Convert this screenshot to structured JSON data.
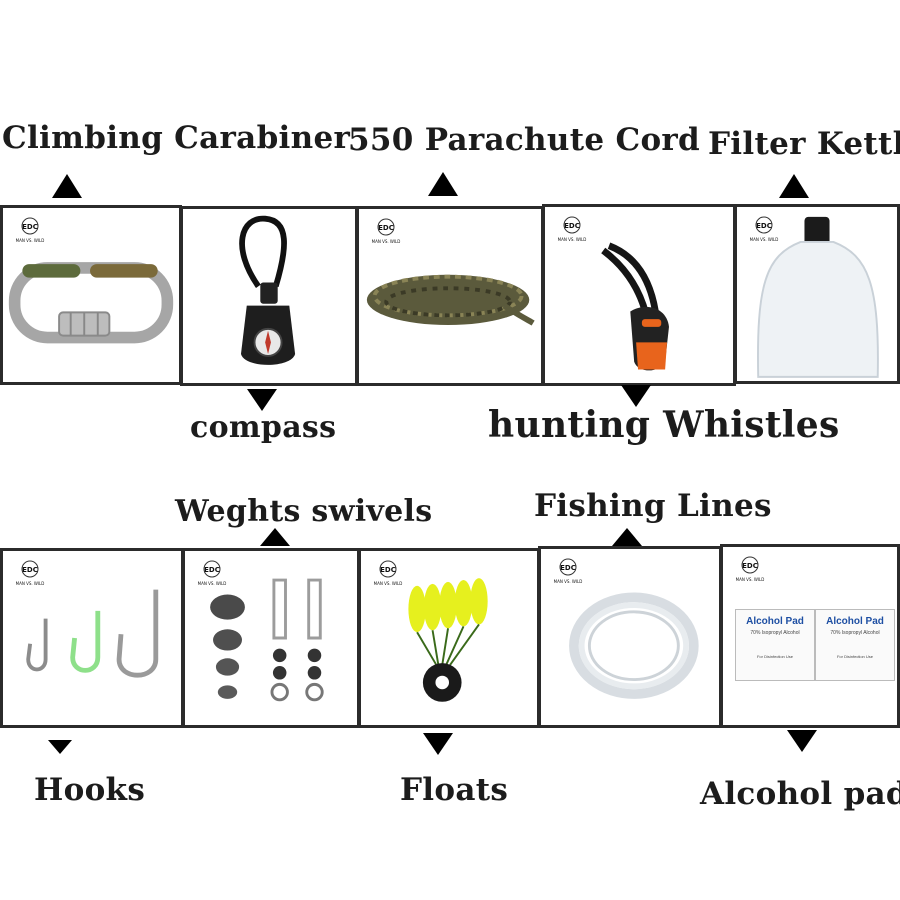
{
  "labels": {
    "carabiner": "Climbing Carabiner",
    "paracord": "550 Parachute Cord",
    "filter_kettle": "Filter Kettle",
    "compass": "compass",
    "whistles": "hunting Whistles",
    "swivels": "Weghts swivels",
    "fishing_lines": "Fishing Lines",
    "hooks": "Hooks",
    "floats": "Floats",
    "alcohol_pad": "Alcohol pad"
  },
  "logo": {
    "text": "EDC",
    "subtext": "MAN VS. WILD"
  },
  "alcohol_packets": {
    "title": "Alcohol Pad",
    "line": "70% Isopropyl Alcohol",
    "footer": "For Disinfection Use"
  },
  "colors": {
    "text": "#1c1c1c",
    "border": "#2b2b2b",
    "float_yellow": "#e6f01e",
    "whistle_orange": "#e8641c"
  }
}
